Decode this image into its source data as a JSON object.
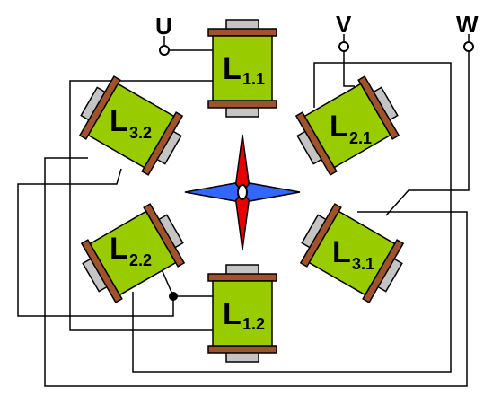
{
  "terminals": [
    {
      "id": "U",
      "label": "U"
    },
    {
      "id": "V",
      "label": "V"
    },
    {
      "id": "W",
      "label": "W"
    }
  ],
  "coils": [
    {
      "id": "L11",
      "letter": "L",
      "sub": "1.1"
    },
    {
      "id": "L21",
      "letter": "L",
      "sub": "2.1"
    },
    {
      "id": "L31",
      "letter": "L",
      "sub": "3.1"
    },
    {
      "id": "L12",
      "letter": "L",
      "sub": "1.2"
    },
    {
      "id": "L22",
      "letter": "L",
      "sub": "2.2"
    },
    {
      "id": "L32",
      "letter": "L",
      "sub": "3.2"
    }
  ],
  "rotor": {
    "north_color": "#e60000",
    "south_color": "#3366ff"
  },
  "colors": {
    "coil_body": "#99cc00",
    "coil_plate": "#a0522d",
    "coil_core": "#c4c4c4",
    "wire": "#000000"
  }
}
